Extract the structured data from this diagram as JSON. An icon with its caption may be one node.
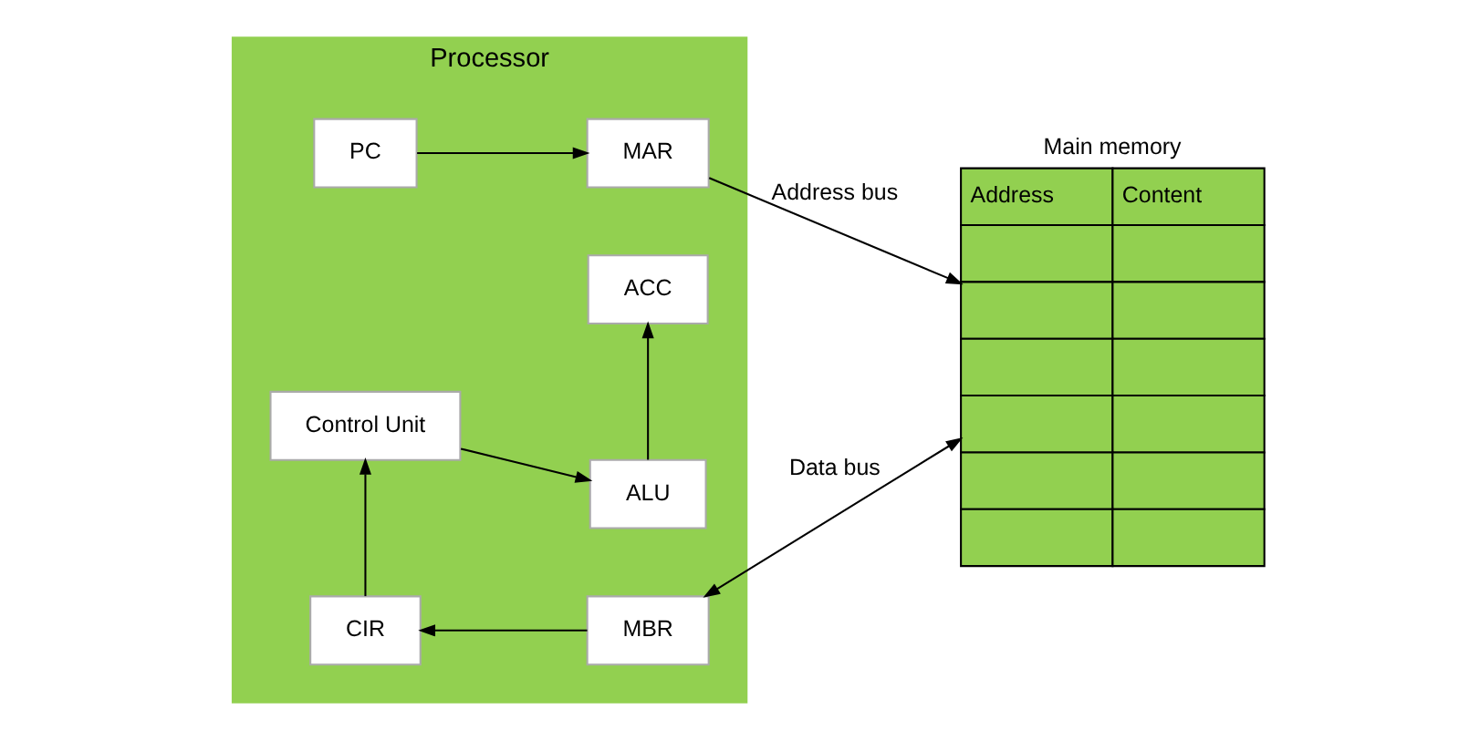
{
  "diagram": {
    "nodes": [
      {
        "text": [
          "Processor"
        ]
      },
      {
        "text": [
          "PC"
        ],
        "in": 0
      },
      {
        "text": [
          "MAR"
        ],
        "in": 0
      },
      {
        "text": [
          "CIR"
        ],
        "in": 0
      },
      {
        "text": [
          "MBR"
        ],
        "in": 0
      },
      {
        "text": [
          "Control Unit"
        ],
        "in": 0
      },
      {
        "text": [
          "ALU"
        ],
        "in": 0
      },
      {
        "text": [
          "ACC"
        ],
        "in": 0
      },
      {
        "text": [
          "Main memory",
          "Address",
          "Content"
        ]
      }
    ],
    "edges": [
      {
        "from": 1,
        "to": 2,
        "arrow": "to"
      },
      {
        "from": 2,
        "to": 8,
        "arrow": "to",
        "label": "Address bus"
      },
      {
        "from": 4,
        "to": 3,
        "arrow": "to"
      },
      {
        "from": 4,
        "to": 8,
        "arrow": "both",
        "label": "Data bus"
      },
      {
        "from": 3,
        "to": 5,
        "arrow": "to"
      },
      {
        "from": 5,
        "to": 6,
        "arrow": "to"
      },
      {
        "from": 6,
        "to": 7,
        "arrow": "to"
      }
    ]
  }
}
